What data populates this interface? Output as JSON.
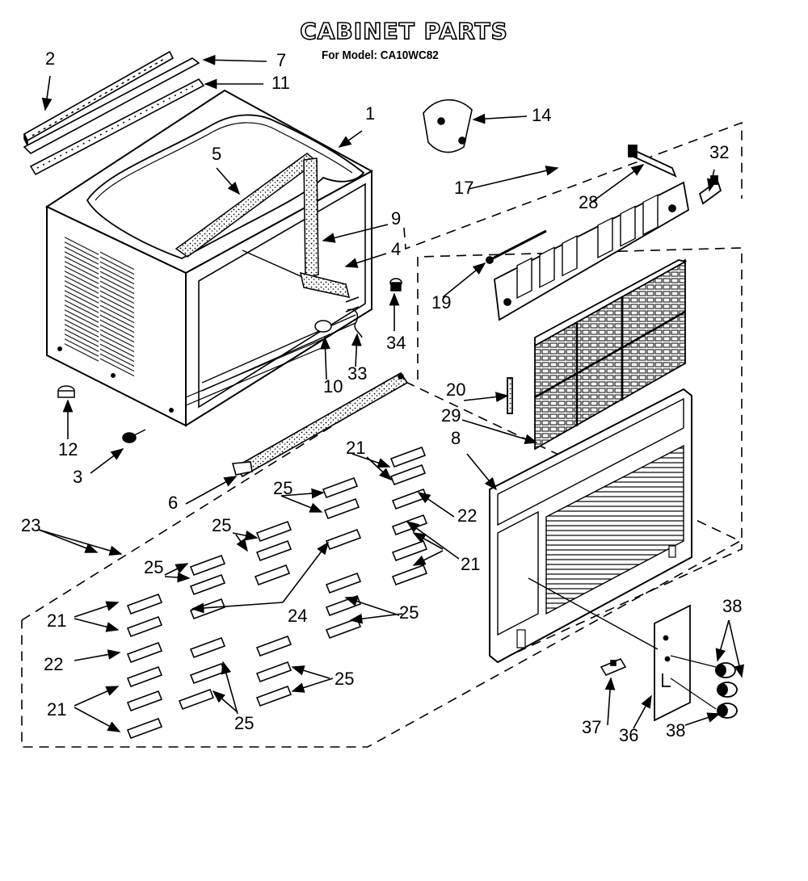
{
  "title": "CABINET PARTS",
  "subtitle": "For Model: CA10WC82",
  "labels": [
    "2",
    "7",
    "11",
    "1",
    "5",
    "14",
    "17",
    "28",
    "32",
    "9",
    "4",
    "19",
    "34",
    "10",
    "33",
    "12",
    "3",
    "20",
    "29",
    "8",
    "21",
    "6",
    "25",
    "22",
    "23",
    "24",
    "37",
    "36",
    "38"
  ],
  "callouts": [
    {
      "part": "2"
    },
    {
      "part": "7"
    },
    {
      "part": "11"
    },
    {
      "part": "1"
    },
    {
      "part": "5"
    },
    {
      "part": "14"
    },
    {
      "part": "17"
    },
    {
      "part": "28"
    },
    {
      "part": "32"
    },
    {
      "part": "9"
    },
    {
      "part": "4"
    },
    {
      "part": "19"
    },
    {
      "part": "34"
    },
    {
      "part": "10"
    },
    {
      "part": "33"
    },
    {
      "part": "12"
    },
    {
      "part": "3"
    },
    {
      "part": "20"
    },
    {
      "part": "29"
    },
    {
      "part": "8"
    },
    {
      "part": "21"
    },
    {
      "part": "6"
    },
    {
      "part": "25"
    },
    {
      "part": "22"
    },
    {
      "part": "23"
    },
    {
      "part": "25"
    },
    {
      "part": "25"
    },
    {
      "part": "21"
    },
    {
      "part": "24"
    },
    {
      "part": "25"
    },
    {
      "part": "21"
    },
    {
      "part": "22"
    },
    {
      "part": "25"
    },
    {
      "part": "21"
    },
    {
      "part": "25"
    },
    {
      "part": "38"
    },
    {
      "part": "37"
    },
    {
      "part": "36"
    },
    {
      "part": "38"
    }
  ]
}
